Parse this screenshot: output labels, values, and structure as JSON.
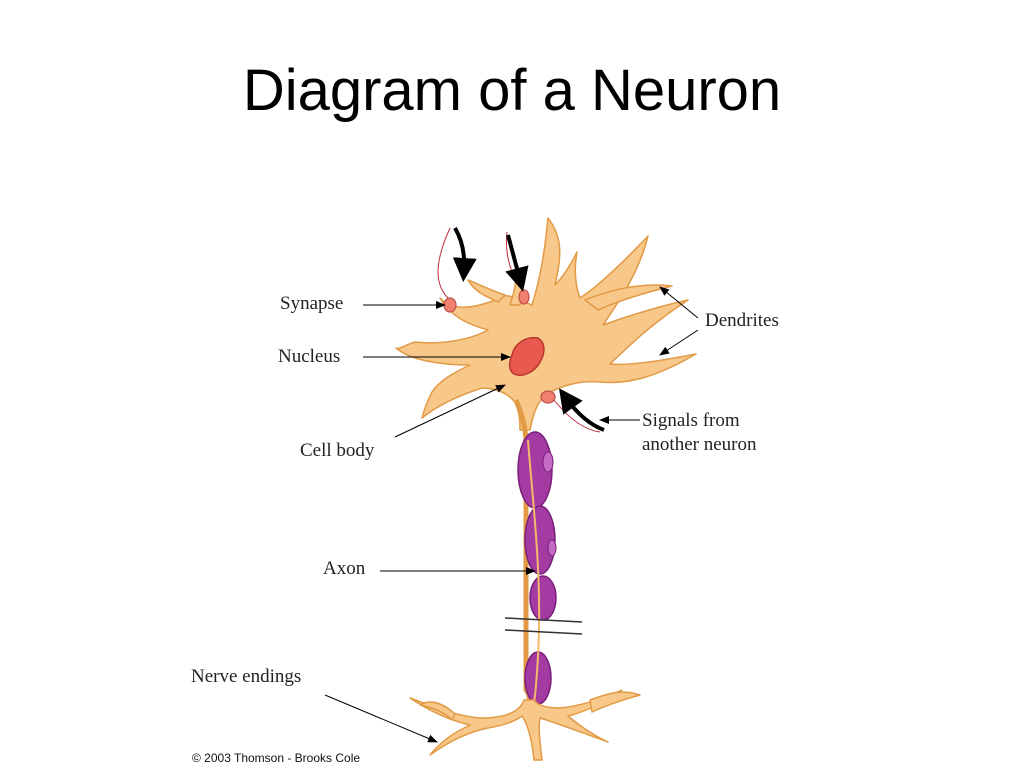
{
  "slide": {
    "title": "Diagram of a Neuron"
  },
  "labels": {
    "synapse": "Synapse",
    "nucleus": "Nucleus",
    "cell_body": "Cell body",
    "dendrites": "Dendrites",
    "signals_line1": "Signals from",
    "signals_line2": "another neuron",
    "axon": "Axon",
    "nerve_endings": "Nerve endings"
  },
  "credit": "© 2003 Thomson - Brooks Cole",
  "colors": {
    "neuron_fill": "#F8C78A",
    "neuron_stroke": "#E29A45",
    "myelin_fill": "#A33BA3",
    "myelin_stroke": "#7A1F7A",
    "nucleus_fill": "#E85A4F",
    "synapse_fill": "#F08070",
    "arrow_color": "#000000"
  }
}
